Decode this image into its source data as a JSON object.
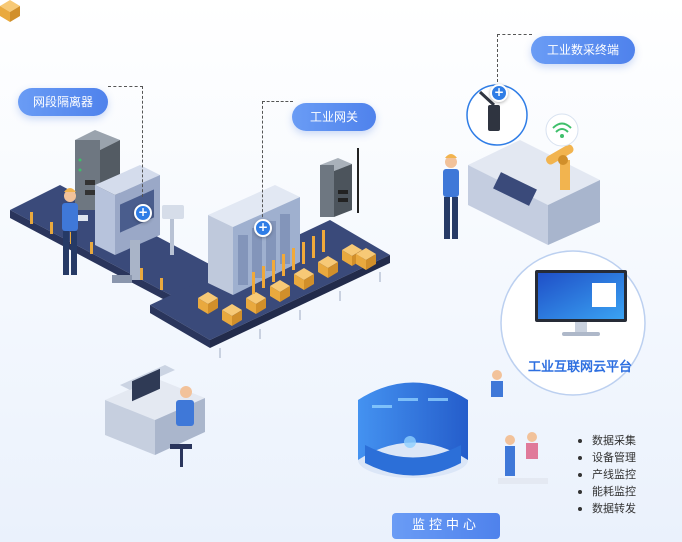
{
  "callouts": {
    "segment_isolator": "网段隔离器",
    "industrial_gateway": "工业网关",
    "data_terminal": "工业数采终端"
  },
  "cloud_platform": {
    "label": "工业互联网云平台"
  },
  "features": [
    "数据采集",
    "设备管理",
    "产线监控",
    "能耗监控",
    "数据转发"
  ],
  "monitor_center": {
    "label": "监控中心"
  },
  "colors": {
    "accent": "#4f82ec",
    "conveyor": "#3a4a7a",
    "box": "#f2b44f",
    "worker_shirt": "#3f78d8"
  }
}
